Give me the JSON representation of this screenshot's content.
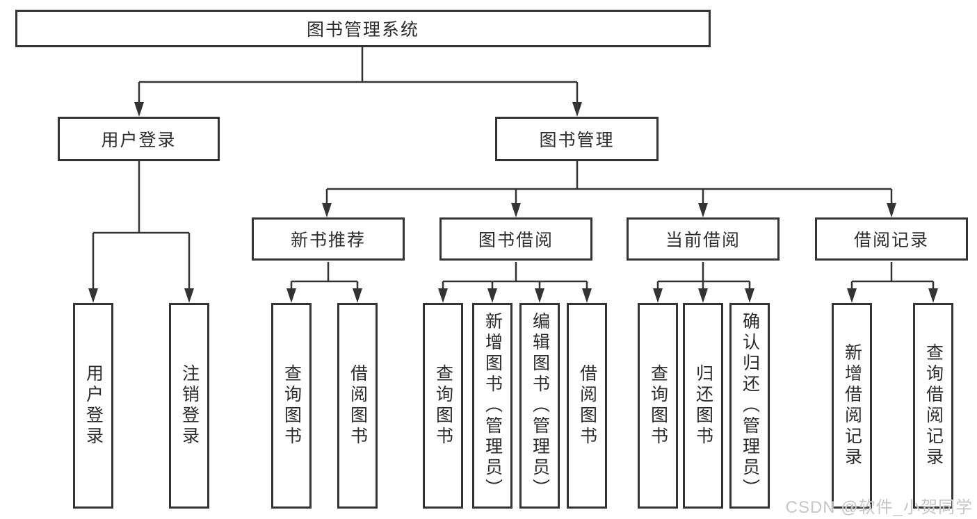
{
  "colors": {
    "line": "#333333",
    "text": "#2b2b2b",
    "box_background": "#ffffff",
    "watermark": "#c6c6c6"
  },
  "watermark": "CSDN @软件_小贺同学",
  "tree": {
    "root": "图书管理系统",
    "level2": {
      "user_login": "用户登录",
      "book_management": "图书管理"
    },
    "level3": {
      "new_book_recommend": "新书推荐",
      "book_borrow": "图书借阅",
      "current_borrow": "当前借阅",
      "borrow_records": "借阅记录"
    },
    "leaves": {
      "user_login": [
        "用户登录",
        "注销登录"
      ],
      "new_book_recommend": [
        "查询图书",
        "借阅图书"
      ],
      "book_borrow": [
        "查询图书",
        "新增图书（管理员）",
        "编辑图书（管理员）",
        "借阅图书"
      ],
      "current_borrow": [
        "查询图书",
        "归还图书",
        "确认归还（管理员）"
      ],
      "borrow_records": [
        "新增借阅记录",
        "查询借阅记录"
      ]
    }
  }
}
